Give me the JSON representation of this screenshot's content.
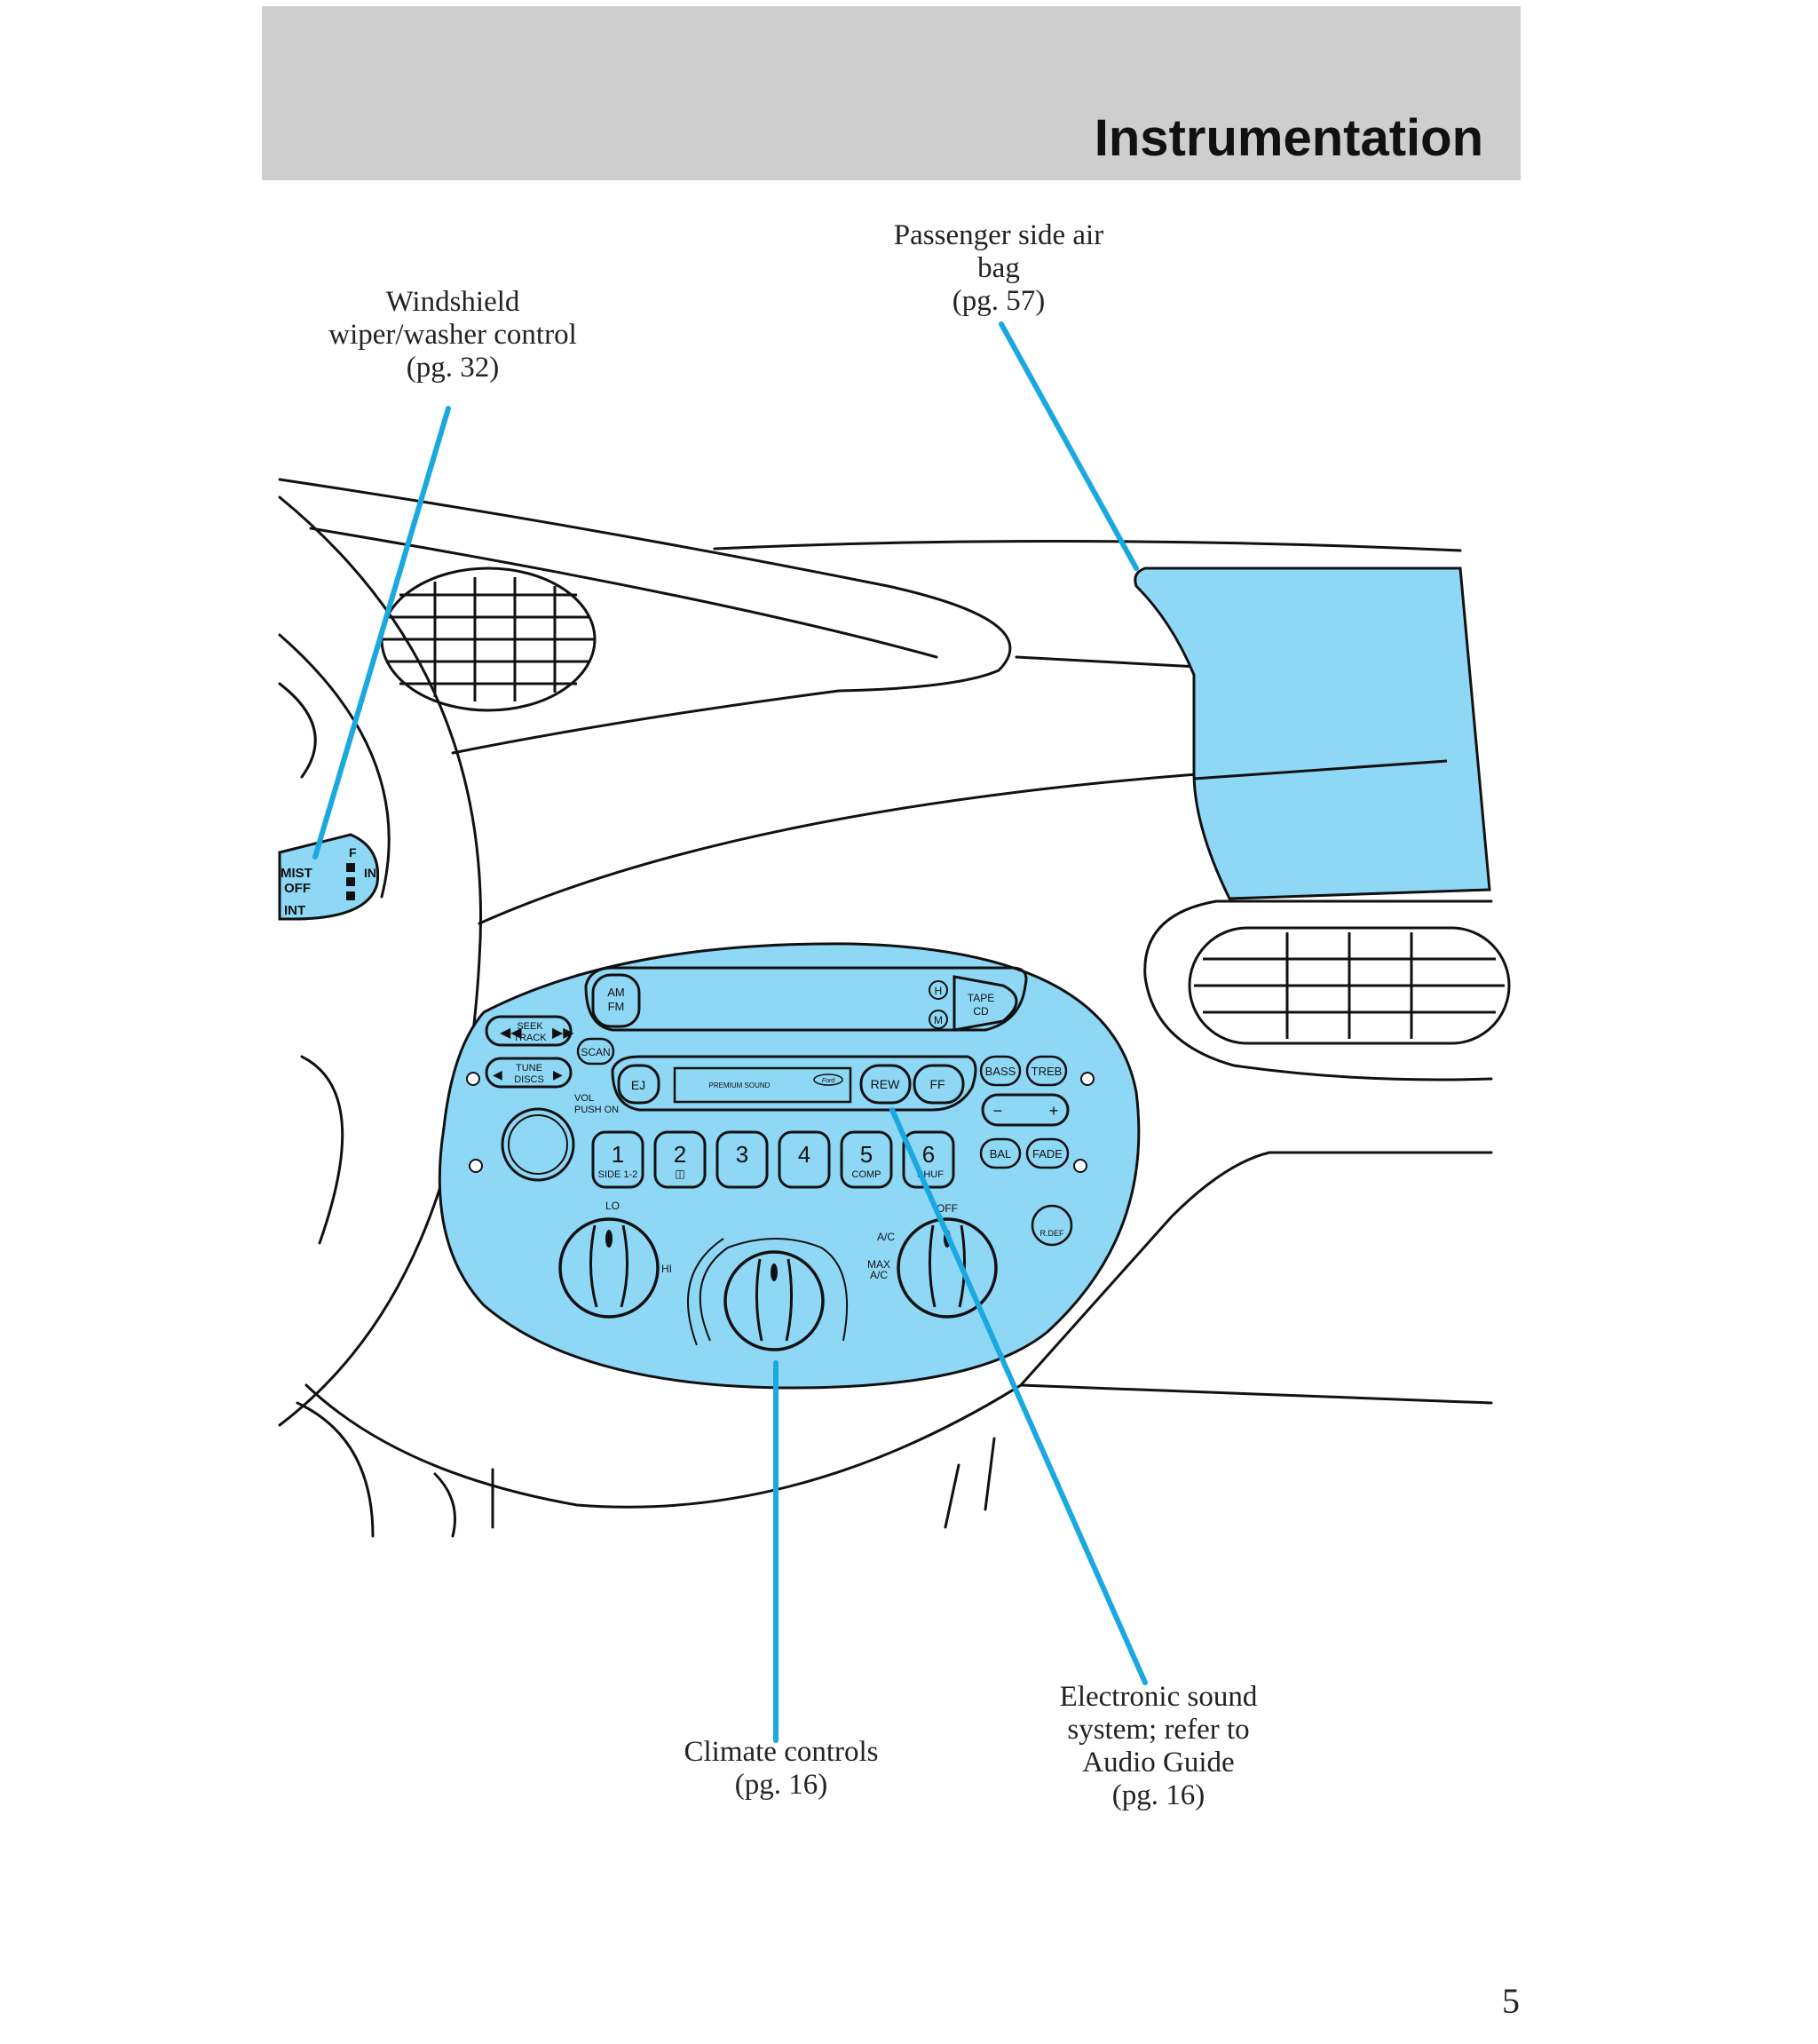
{
  "header": {
    "title": "Instrumentation"
  },
  "callouts": {
    "wiper": {
      "lines": [
        "Windshield",
        "wiper/washer control",
        "(pg. 32)"
      ]
    },
    "airbag": {
      "lines": [
        "Passenger side air",
        "bag",
        "(pg. 57)"
      ]
    },
    "climate": {
      "lines": [
        "Climate controls",
        "(pg. 16)"
      ]
    },
    "sound": {
      "lines": [
        "Electronic sound",
        "system; refer to",
        "Audio Guide",
        "(pg. 16)"
      ]
    }
  },
  "page_number": "5",
  "colors": {
    "highlight": "#8ed8f6",
    "leader": "#1aa8e0",
    "header_bg": "#cecece"
  },
  "wiper_stalk": {
    "labels": [
      "MIST",
      "OFF",
      "INT",
      "F",
      "IN"
    ]
  },
  "radio": {
    "am_fm": [
      "AM",
      "FM"
    ],
    "tape_cd": [
      "TAPE",
      "CD"
    ],
    "h": "H",
    "m": "M",
    "seek_track": [
      "SEEK",
      "TRACK"
    ],
    "scan": "SCAN",
    "tune_discs": [
      "TUNE",
      "DISCS"
    ],
    "ej": "EJ",
    "premium_sound": "PREMIUM SOUND",
    "ford": "Ford",
    "rew": "REW",
    "ff": "FF",
    "bass": "BASS",
    "treb": "TREB",
    "minus": "−",
    "plus": "+",
    "vol": [
      "VOL",
      "PUSH ON"
    ],
    "bal": "BAL",
    "fade": "FADE",
    "presets": [
      {
        "num": "1",
        "sub": "SIDE 1-2"
      },
      {
        "num": "2",
        "sub": "◫"
      },
      {
        "num": "3",
        "sub": ""
      },
      {
        "num": "4",
        "sub": ""
      },
      {
        "num": "5",
        "sub": "COMP"
      },
      {
        "num": "6",
        "sub": "SHUF"
      }
    ]
  },
  "climate_panel": {
    "lo": "LO",
    "hi": "HI",
    "off": "OFF",
    "ac": "A/C",
    "max_ac": [
      "MAX",
      "A/C"
    ],
    "rdef": "R.DEF"
  }
}
